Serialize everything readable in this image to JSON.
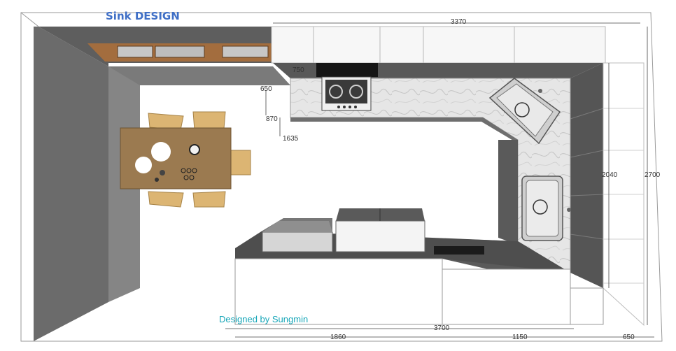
{
  "title": "Sink DESIGN",
  "credit": "Designed by Sungmin",
  "dimensions": {
    "overall_width": "3370",
    "hood_depth": "750",
    "upper_depth": "650",
    "counter_height": "870",
    "upper_base": "1635",
    "right_run": "2040",
    "overall_depth": "2700",
    "bottom_total": "3700",
    "bottom_left": "1860",
    "bottom_mid": "1150",
    "bottom_right": "650"
  },
  "colors": {
    "wall": "#6b6b6b",
    "counter": "#585858",
    "marble": "#e4e4e4",
    "cabinet": "#f7f7f7",
    "table": "#9b7a50",
    "chair": "#d9b574",
    "title": "#3f6fc6",
    "credit": "#16a6b8"
  }
}
